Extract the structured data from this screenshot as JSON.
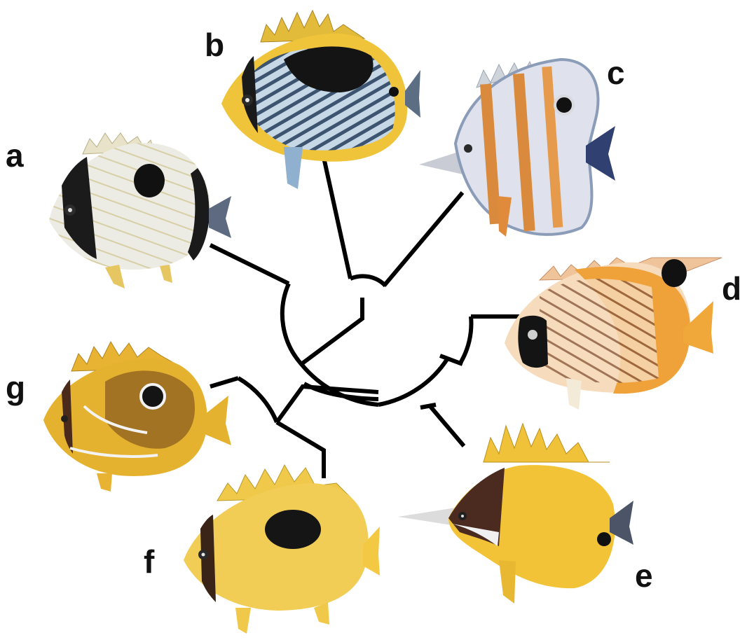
{
  "labels": {
    "a": "a",
    "b": "b",
    "c": "c",
    "d": "d",
    "e": "e",
    "f": "f",
    "g": "g"
  },
  "colors": {
    "tree": "#000000",
    "label": "#111111",
    "fish_a_body": "#ecebe4",
    "fish_b_body": "#b8cfe0",
    "fish_c_body": "#dfe2ec",
    "fish_d_body": "#f3d0a6",
    "fish_e_body": "#f2c336",
    "fish_f_body": "#f1cd55",
    "fish_g_body": "#e5b230"
  }
}
